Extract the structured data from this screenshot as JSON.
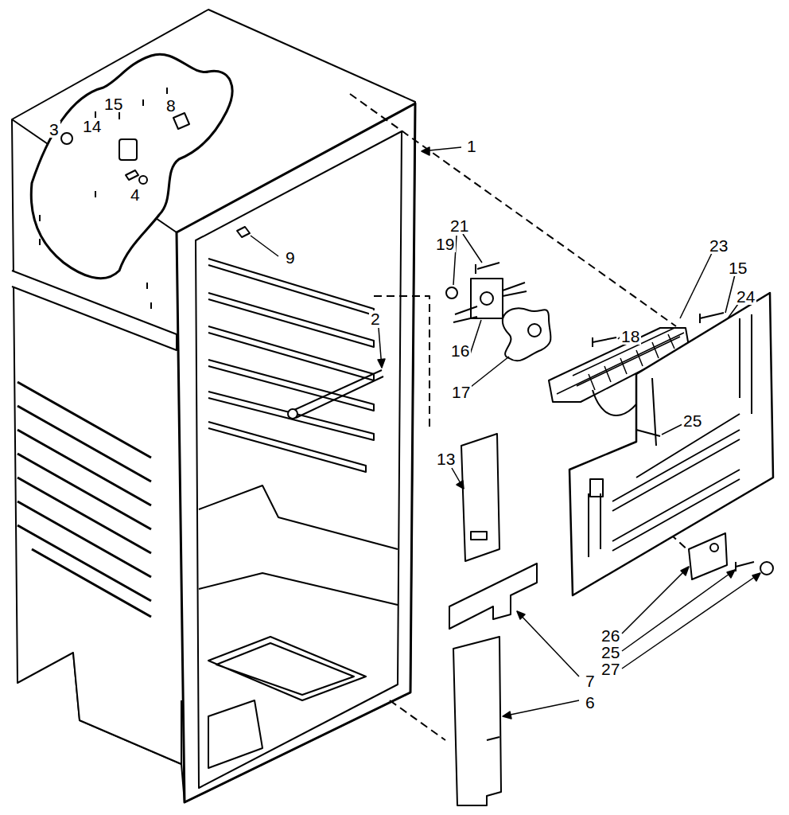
{
  "diagram": {
    "labels": [
      "15",
      "8",
      "3",
      "14",
      "4",
      "1",
      "9",
      "21",
      "19",
      "23",
      "15",
      "24",
      "18",
      "2",
      "16",
      "17",
      "25",
      "13",
      "26",
      "25",
      "27",
      "7",
      "6"
    ]
  }
}
